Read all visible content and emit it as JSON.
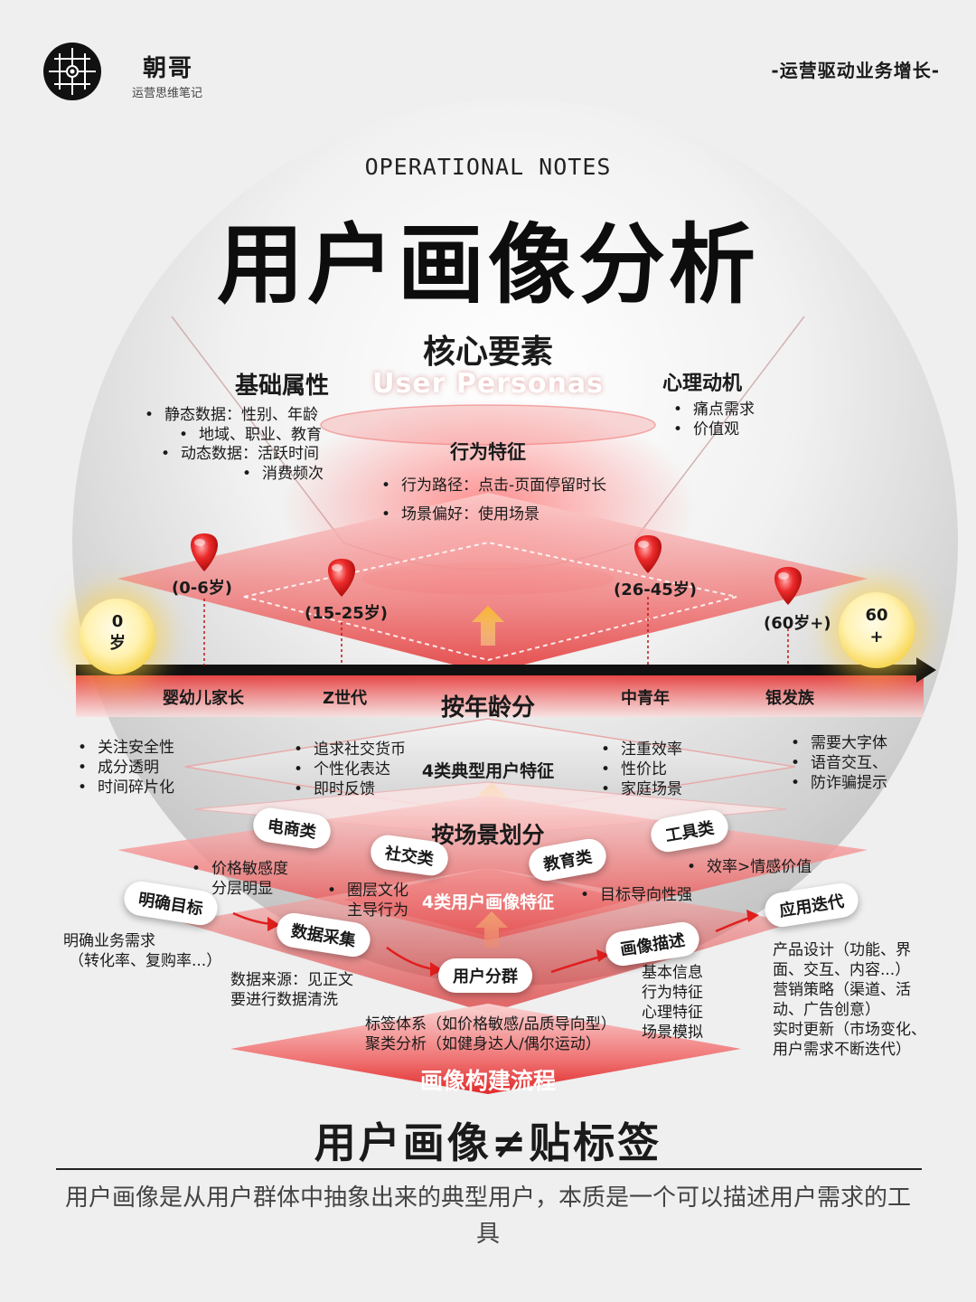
{
  "header": {
    "brand": "朝哥",
    "brand_sub": "运营思维笔记",
    "slogan": "-运营驱动业务增长-"
  },
  "titles": {
    "en": "OPERATIONAL NOTES",
    "main": "用户画像分析"
  },
  "core": {
    "title": "核心要素",
    "subtitle": "User Personas",
    "basic": {
      "title": "基础属性",
      "items": [
        "静态数据：性别、年龄",
        "地域、职业、教育",
        "动态数据：活跃时间",
        "消费频次"
      ]
    },
    "psych": {
      "title": "心理动机",
      "items": [
        "痛点需求",
        "价值观"
      ]
    },
    "behavior": {
      "title": "行为特征",
      "items": [
        "行为路径：点击-页面停留时长",
        "场景偏好：使用场景"
      ]
    }
  },
  "timeline": {
    "start": {
      "value": "0",
      "unit": "岁"
    },
    "end": {
      "value": "60",
      "unit": "+"
    },
    "markers": [
      "(0-6岁)",
      "(15-25岁)",
      "(26-45岁)",
      "(60岁+)"
    ],
    "groups": [
      "婴幼儿家长",
      "Z世代",
      "中青年",
      "银发族"
    ],
    "axis_label": "按年龄分"
  },
  "age_section": {
    "title": "4类典型用户特征",
    "features": [
      [
        "关注安全性",
        "成分透明",
        "时间碎片化"
      ],
      [
        "追求社交货币",
        "个性化表达",
        "即时反馈"
      ],
      [
        "注重效率",
        "性价比",
        "家庭场景"
      ],
      [
        "需要大字体",
        "语音交互、",
        "防诈骗提示"
      ]
    ]
  },
  "scene_section": {
    "title": "按场景划分",
    "center": "4类用户画像特征",
    "categories": [
      "电商类",
      "社交类",
      "教育类",
      "工具类"
    ],
    "notes": [
      [
        "价格敏感度",
        "分层明显"
      ],
      [
        "圈层文化",
        "主导行为"
      ],
      [
        "目标导向性强"
      ],
      [
        "效率>情感价值"
      ]
    ]
  },
  "process": {
    "title": "画像构建流程",
    "steps": [
      "明确目标",
      "数据采集",
      "用户分群",
      "画像描述",
      "应用迭代"
    ],
    "notes": {
      "goal": [
        "明确业务需求",
        "（转化率、复购率...）"
      ],
      "collect": [
        "数据来源：见正文",
        "要进行数据清洗"
      ],
      "segment": [
        "标签体系（如价格敏感/品质导向型）",
        "聚类分析（如健身达人/偶尔运动）"
      ],
      "describe": [
        "基本信息",
        "行为特征",
        "心理特征",
        "场景模拟"
      ],
      "iterate": [
        "产品设计（功能、界",
        "面、交互、内容...）",
        "营销策略（渠道、活",
        "动、广告创意）",
        "实时更新（市场变化、",
        "用户需求不断迭代）"
      ]
    }
  },
  "footer": {
    "title": "用户画像≠贴标签",
    "desc": "用户画像是从用户群体中抽象出来的典型用户，本质是一个可以描述用户需求的工具"
  },
  "colors": {
    "accent": "#e52222",
    "accent_light": "#f59a9a",
    "arrow": "#f5a623",
    "sun": "#f6d040"
  }
}
